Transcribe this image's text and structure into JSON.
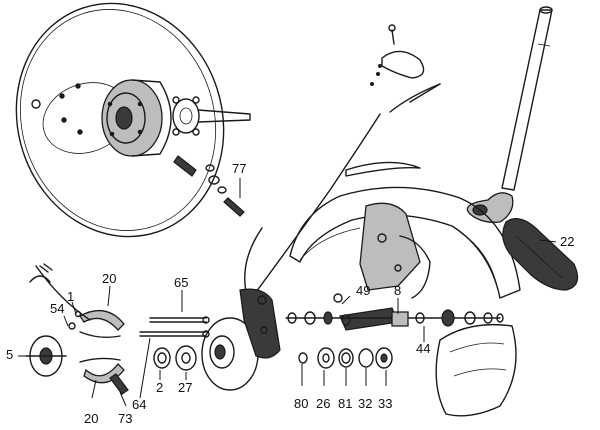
{
  "callouts": {
    "c77": "77",
    "c22": "22",
    "c20_top": "20",
    "c65": "65",
    "c54": "54",
    "c1": "1",
    "c5": "5",
    "c49": "49",
    "c8": "8",
    "c44": "44",
    "c2": "2",
    "c27": "27",
    "c64": "64",
    "c20_bottom": "20",
    "c73": "73",
    "c80": "80",
    "c26": "26",
    "c81": "81",
    "c32": "32",
    "c33": "33"
  }
}
